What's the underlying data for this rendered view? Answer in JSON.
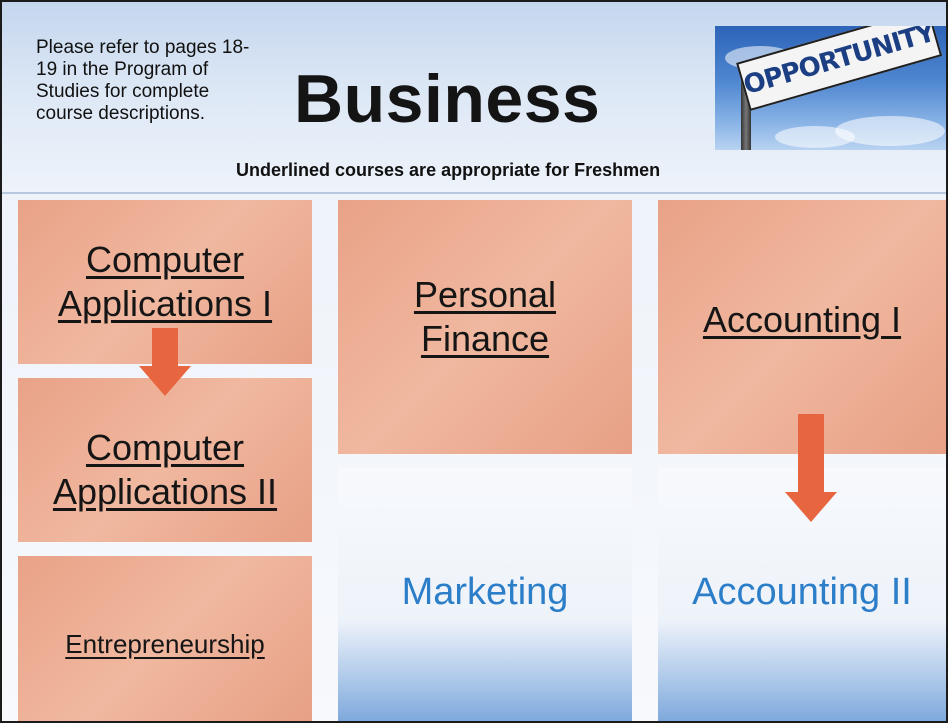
{
  "header": {
    "note": "Please refer to pages 18-19 in the Program of Studies for complete course descriptions.",
    "title": "Business",
    "subtitle": "Underlined courses are appropriate for Freshmen",
    "banner_text": "OPPORTUNITY"
  },
  "columns": [
    {
      "items": [
        {
          "label": "Computer Applications I"
        },
        {
          "label": "Computer Applications II"
        },
        {
          "label": "Entrepreneurship"
        }
      ]
    },
    {
      "items": [
        {
          "label": "Personal Finance"
        },
        {
          "label": "Marketing"
        }
      ]
    },
    {
      "items": [
        {
          "label": "Accounting I"
        },
        {
          "label": "Accounting II"
        }
      ]
    }
  ],
  "colors": {
    "course_box": "#eea98d",
    "arrow": "#e8663f",
    "plain_text": "#2c7ec9"
  }
}
